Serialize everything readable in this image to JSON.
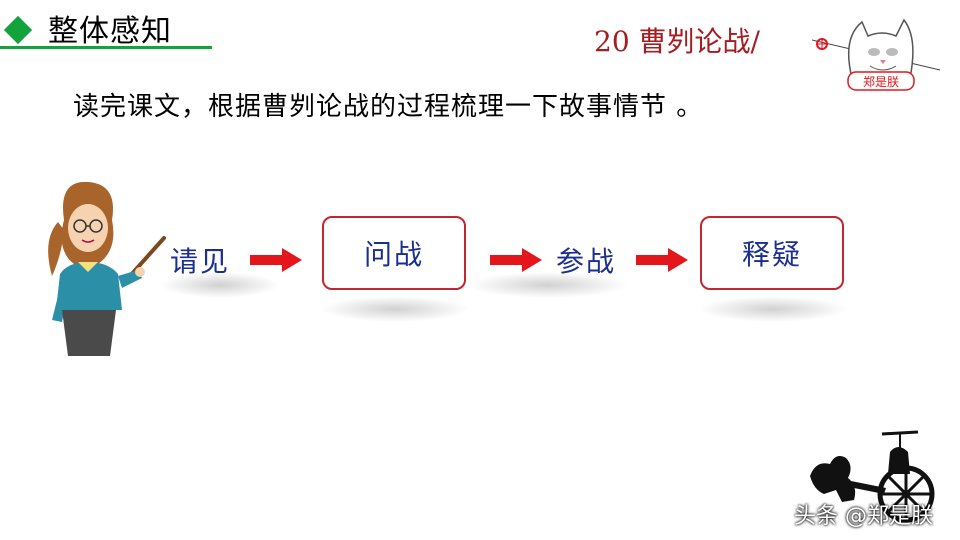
{
  "header": {
    "title": "整体感知"
  },
  "lesson_title": "20  曹刿论战/",
  "cat_badge": "郑是朕",
  "instruction": "读完课文，根据曹刿论战的过程梳理一下故事情节 。",
  "flow": {
    "steps": [
      "请见",
      "问战",
      "参战",
      "释疑"
    ]
  },
  "watermark": "头条 @郑是朕",
  "colors": {
    "accent_green": "#12a33a",
    "lesson_red": "#a51d22",
    "box_border": "#c2262f",
    "step_blue": "#1b2f8f",
    "arrow_red": "#e3161c"
  }
}
